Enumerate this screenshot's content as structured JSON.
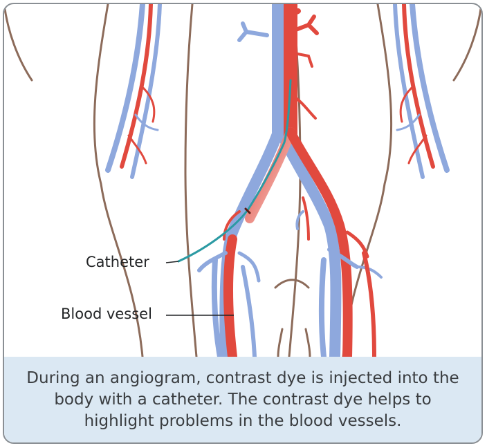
{
  "labels": {
    "catheter": "Catheter",
    "blood_vessel": "Blood vessel"
  },
  "caption": "During an angiogram, contrast dye is injected into the body with a catheter. The contrast dye helps to highlight problems in the blood vessels.",
  "colors": {
    "artery": "#e1493e",
    "vein": "#8ea8dd",
    "skin_outline": "#8c6b5a",
    "catheter": "#2b9aa3",
    "caption_bg": "#dbe8f3",
    "border": "#8a8f94"
  }
}
